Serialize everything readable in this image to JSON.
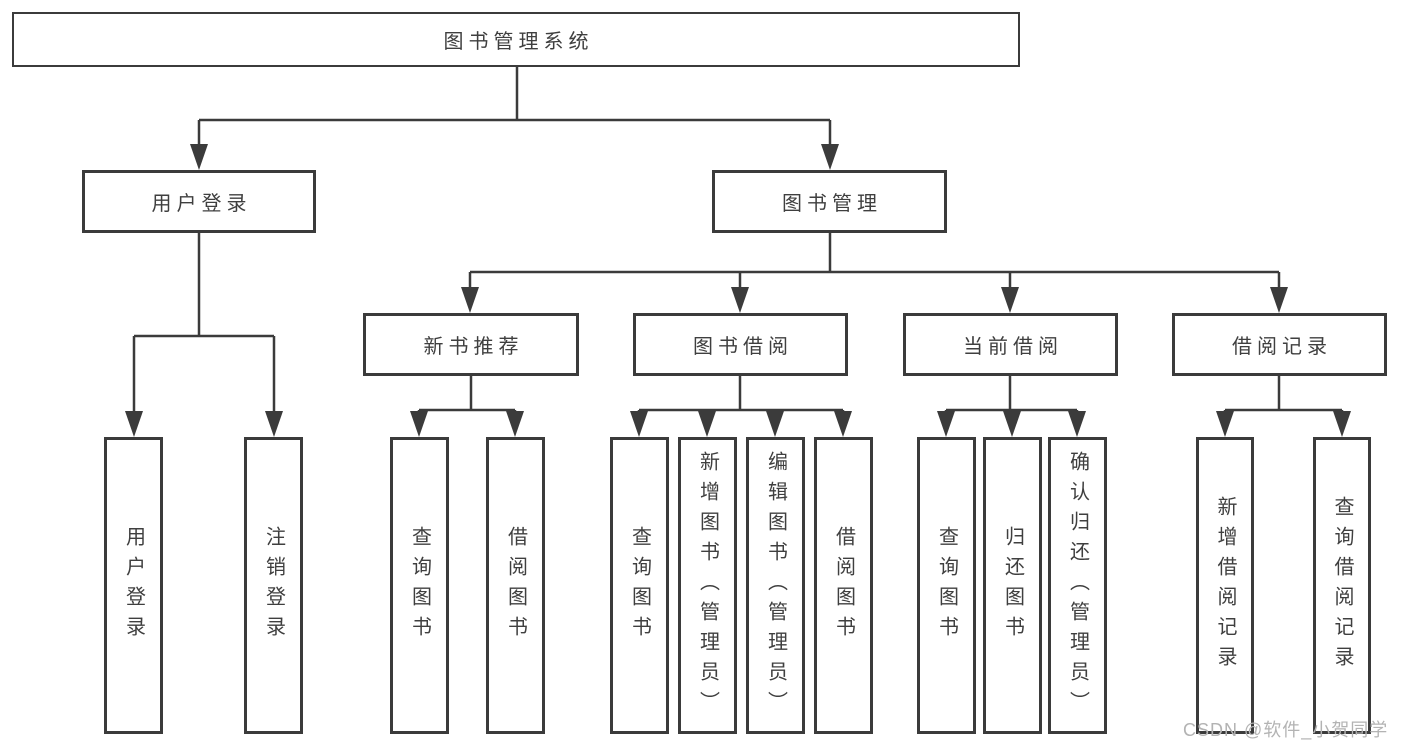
{
  "title": "图书管理系统",
  "nodes": {
    "root": "图书管理系统",
    "user_login": "用户登录",
    "book_management": "图书管理",
    "new_book_recommend": "新书推荐",
    "book_borrowing": "图书借阅",
    "current_borrowing": "当前借阅",
    "borrowing_records": "借阅记录",
    "leaf_user_login": "用户登录",
    "leaf_logout": "注销登录",
    "leaf_query_books_a": "查询图书",
    "leaf_borrow_books_a": "借阅图书",
    "leaf_query_books_b": "查询图书",
    "leaf_add_books_admin": "新增图书（管理员）",
    "leaf_edit_books_admin": "编辑图书（管理员）",
    "leaf_borrow_books_b": "借阅图书",
    "leaf_query_books_c": "查询图书",
    "leaf_return_books": "归还图书",
    "leaf_confirm_return_admin": "确认归还（管理员）",
    "leaf_add_borrow_record": "新增借阅记录",
    "leaf_query_borrow_record": "查询借阅记录"
  },
  "hierarchy": {
    "图书管理系统": {
      "用户登录": [
        "用户登录",
        "注销登录"
      ],
      "图书管理": {
        "新书推荐": [
          "查询图书",
          "借阅图书"
        ],
        "图书借阅": [
          "查询图书",
          "新增图书（管理员）",
          "编辑图书（管理员）",
          "借阅图书"
        ],
        "当前借阅": [
          "查询图书",
          "归还图书",
          "确认归还（管理员）"
        ],
        "借阅记录": [
          "新增借阅记录",
          "查询借阅记录"
        ]
      }
    }
  },
  "watermark": "CSDN @软件_小贺同学",
  "colors": {
    "line": "#3b3b3b",
    "text": "#3f3f3f",
    "watermark": "#b3b3b3",
    "background": "#ffffff"
  }
}
